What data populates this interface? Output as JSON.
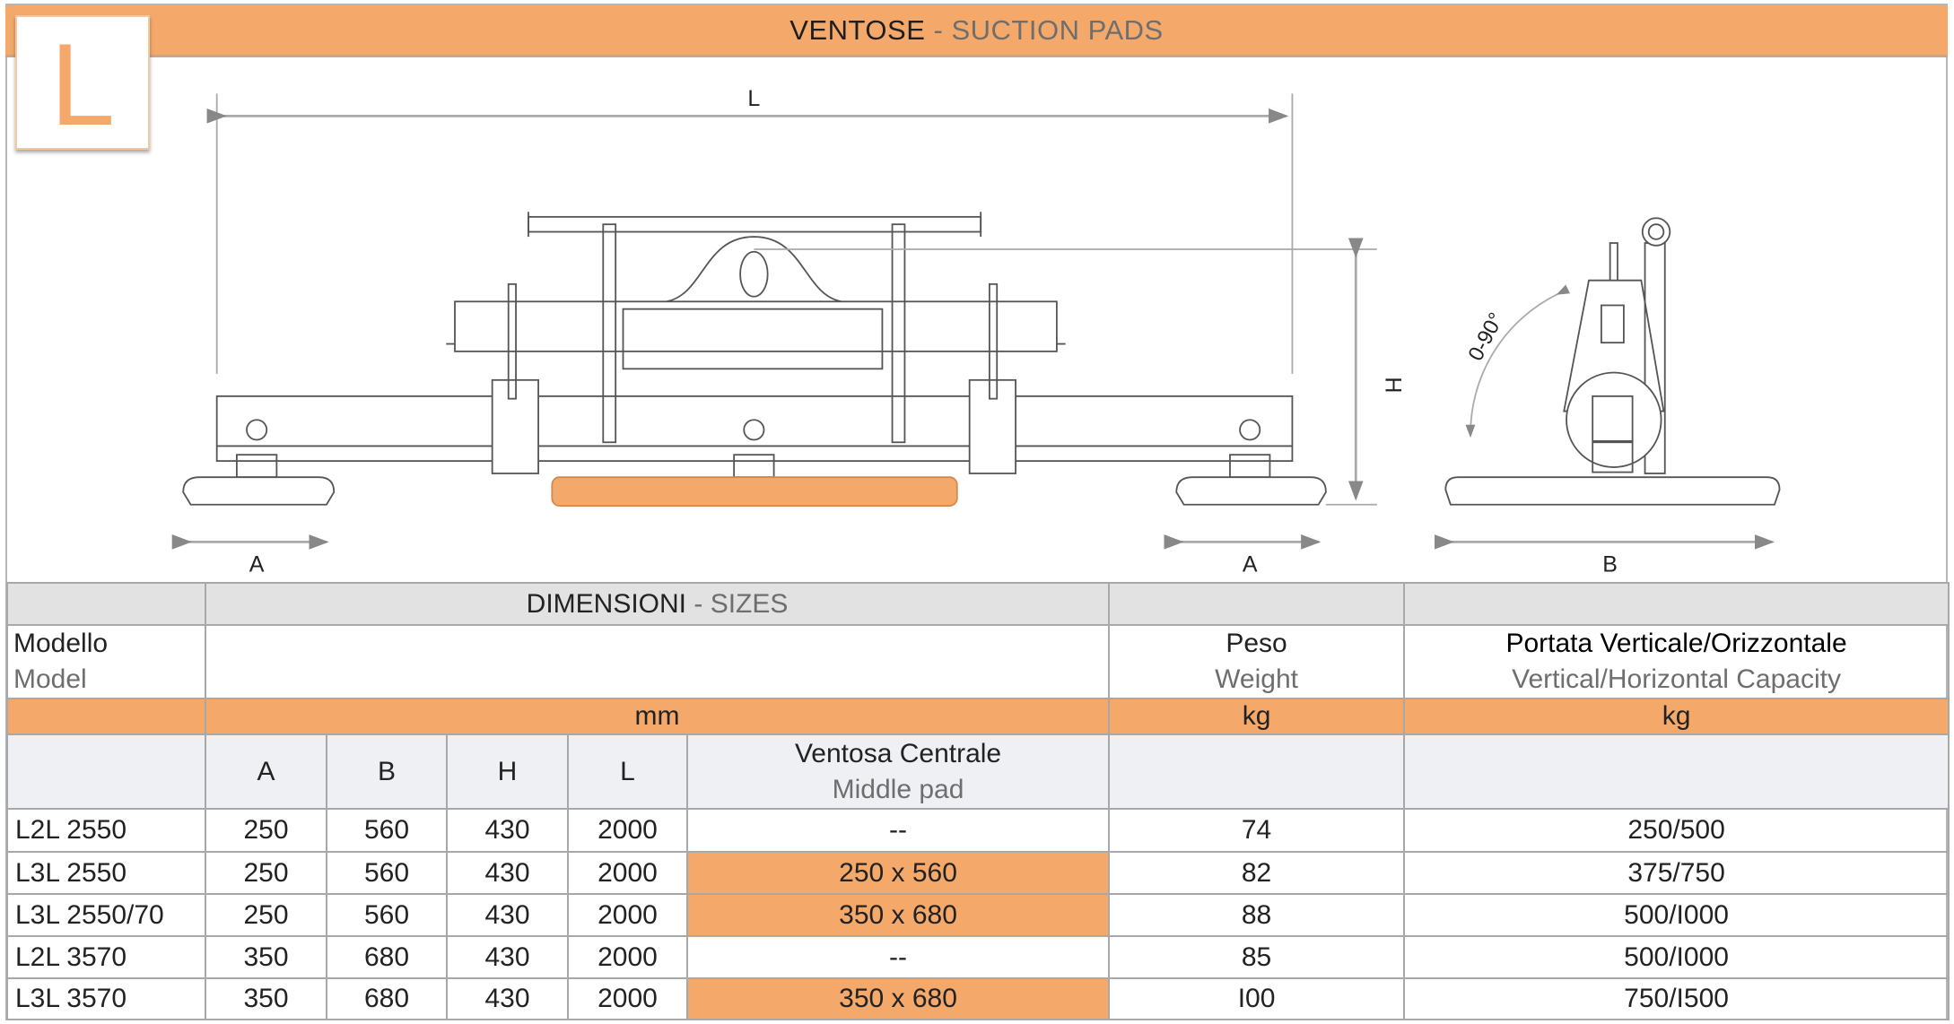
{
  "banner": {
    "title_it": "VENTOSE",
    "sep": "-",
    "title_en": "SUCTION PADS"
  },
  "logo": {
    "letter": "L"
  },
  "drawing": {
    "dim_L": "L",
    "dim_H": "H",
    "dim_A": "A",
    "dim_B": "B",
    "angle": "0-90°"
  },
  "table": {
    "sizes_it": "DIMENSIONI",
    "sizes_sep": " - ",
    "sizes_en": "SIZES",
    "model_it": "Modello",
    "model_en": "Model",
    "weight_it": "Peso",
    "weight_en": "Weight",
    "capacity_it": "Portata Verticale/Orizzontale",
    "capacity_en": "Vertical/Horizontal Capacity",
    "unit_mm": "mm",
    "unit_kg_weight": "kg",
    "unit_kg_capacity": "kg",
    "col_A": "A",
    "col_B": "B",
    "col_H": "H",
    "col_L": "L",
    "middle_it": "Ventosa Centrale",
    "middle_en": "Middle pad",
    "rows": [
      {
        "model": "L2L 2550",
        "A": "250",
        "B": "560",
        "H": "430",
        "L": "2000",
        "middle": "--",
        "weight": "74",
        "capacity": "250/500"
      },
      {
        "model": "L3L 2550",
        "A": "250",
        "B": "560",
        "H": "430",
        "L": "2000",
        "middle": "250 x 560",
        "weight": "82",
        "capacity": "375/750"
      },
      {
        "model": "L3L 2550/70",
        "A": "250",
        "B": "560",
        "H": "430",
        "L": "2000",
        "middle": "350 x 680",
        "weight": "88",
        "capacity": "500/I000"
      },
      {
        "model": "L2L 3570",
        "A": "350",
        "B": "680",
        "H": "430",
        "L": "2000",
        "middle": "--",
        "weight": "85",
        "capacity": "500/I000"
      },
      {
        "model": "L3L 3570",
        "A": "350",
        "B": "680",
        "H": "430",
        "L": "2000",
        "middle": "350 x 680",
        "weight": "I00",
        "capacity": "750/I500"
      }
    ]
  },
  "colors": {
    "accent": "#f4a96b",
    "header_gray": "#e2e2e2"
  }
}
